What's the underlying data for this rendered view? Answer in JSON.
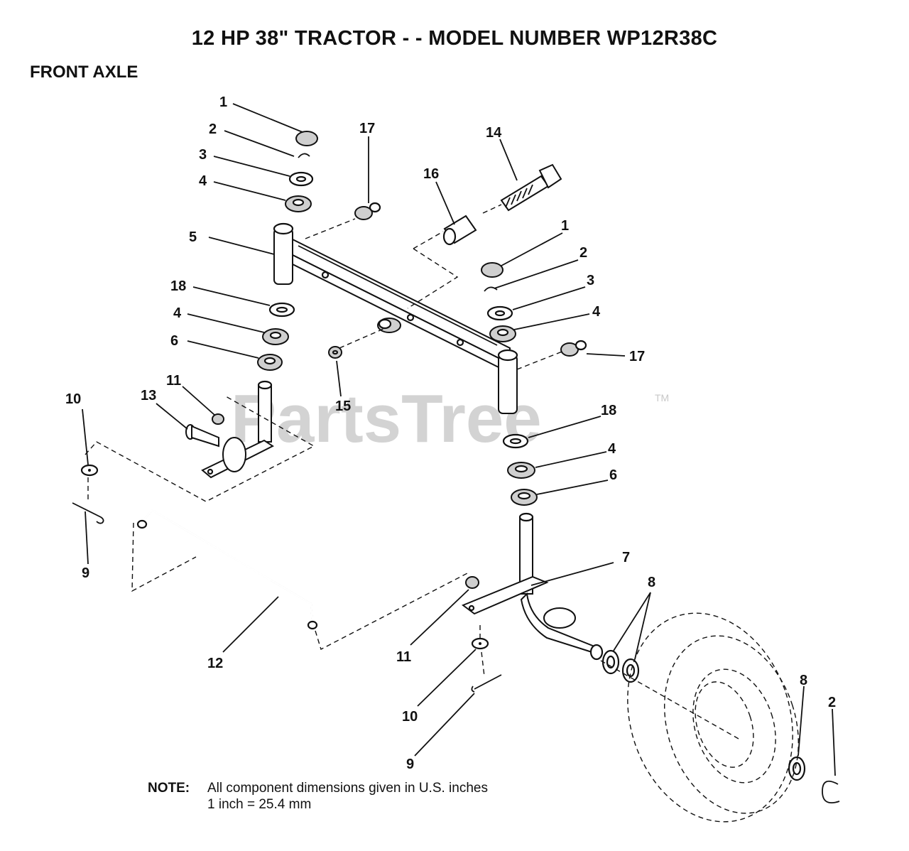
{
  "title": "12 HP 38\" TRACTOR - - MODEL NUMBER WP12R38C",
  "section": "FRONT AXLE",
  "watermark": "PartsTree",
  "trademark": "TM",
  "note": {
    "label": "NOTE:",
    "line1": "All component dimensions given in U.S. inches",
    "line2": "1 inch = 25.4 mm"
  },
  "callouts": {
    "c1a": "1",
    "c2a": "2",
    "c3a": "3",
    "c4a": "4",
    "c5": "5",
    "c18a": "18",
    "c4b": "4",
    "c6a": "6",
    "c17a": "17",
    "c16": "16",
    "c14": "14",
    "c1b": "1",
    "c2b": "2",
    "c3b": "3",
    "c4c": "4",
    "c17b": "17",
    "c15": "15",
    "c18b": "18",
    "c4d": "4",
    "c6b": "6",
    "c13": "13",
    "c11a": "11",
    "c10a": "10",
    "c9a": "9",
    "c12": "12",
    "c7": "7",
    "c8a": "8",
    "c11b": "11",
    "c10b": "10",
    "c9b": "9",
    "c8b": "8",
    "c2c": "2"
  },
  "colors": {
    "line": "#111111",
    "watermark": "#d3d3d3",
    "background": "#ffffff"
  }
}
